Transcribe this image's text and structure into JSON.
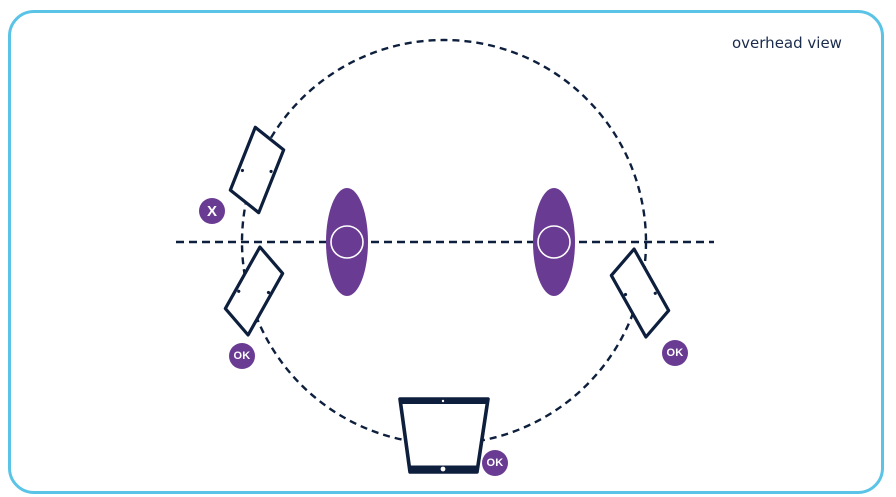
{
  "labels": {
    "view": "overhead view",
    "badge_x": "X",
    "badge_ok": "OK"
  },
  "colors": {
    "frame_border": "#5bc4e6",
    "outline": "#0d1f3d",
    "participant_fill": "#6a3b92",
    "badge_fill": "#6a3b92",
    "badge_text": "#ffffff"
  },
  "icons": [
    "tablet-device-icon",
    "participant-marker-icon",
    "status-badge-icon"
  ]
}
